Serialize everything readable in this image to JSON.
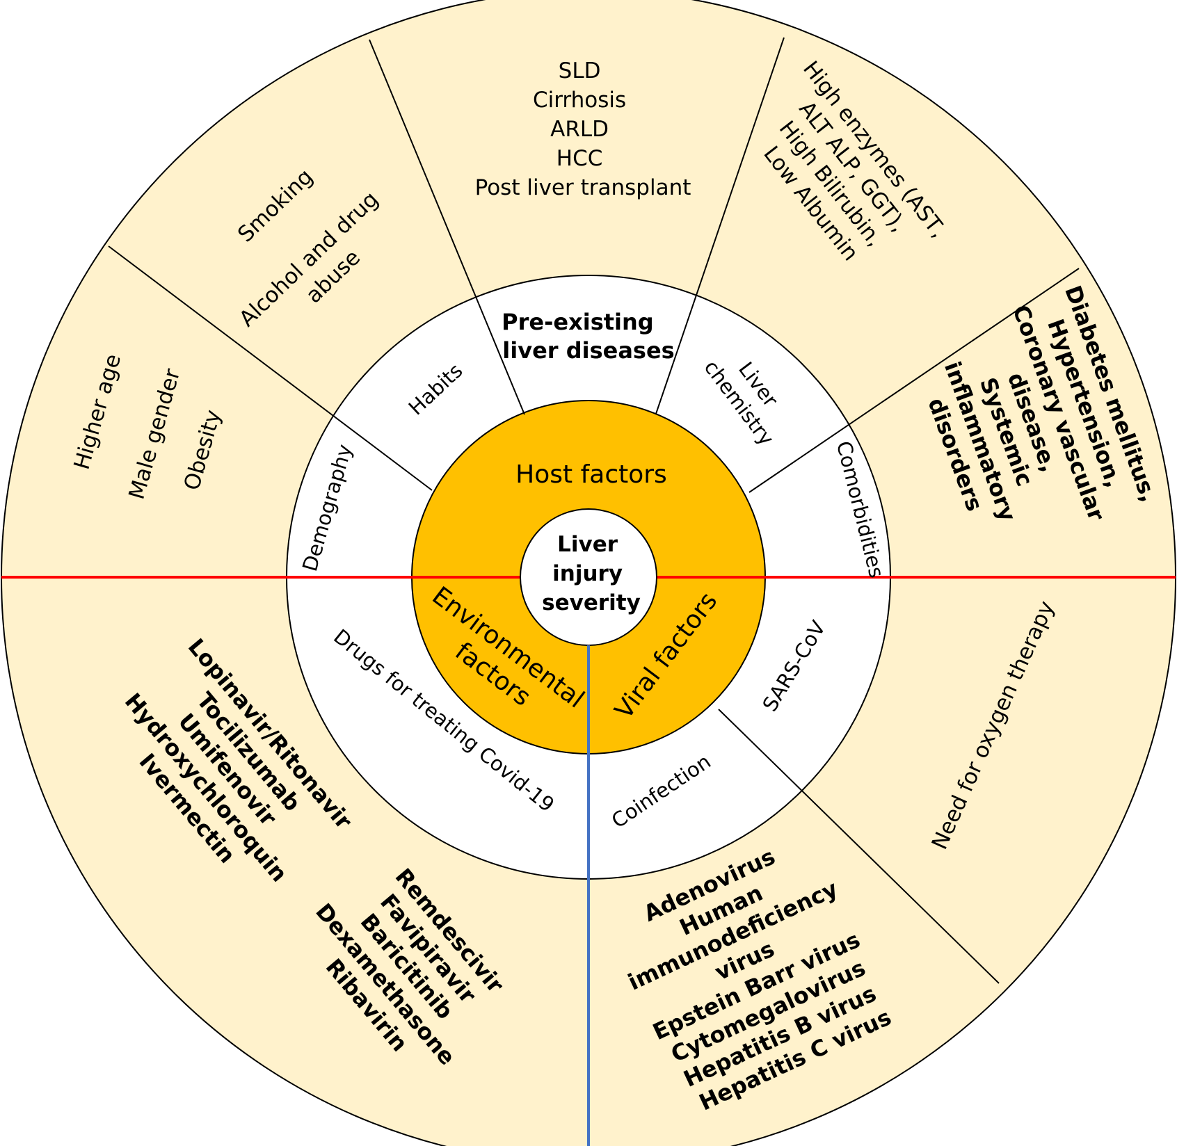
{
  "colors": {
    "outer_fill": "#FFF2CC",
    "middle_fill": "#FFFFFF",
    "core_fill": "#FFC000",
    "divider_red": "#FF0000",
    "divider_blue": "#4472C4",
    "stroke": "#000000"
  },
  "center": {
    "lines": [
      "Liver",
      "injury",
      "severity"
    ]
  },
  "core": {
    "host": "Host factors",
    "environmental": [
      "Environmental",
      "factors"
    ],
    "viral": "Viral factors"
  },
  "middle": {
    "demography": "Demography",
    "habits": "Habits",
    "preexisting": [
      "Pre-existing",
      "liver diseases"
    ],
    "liver_chemistry": [
      "Liver",
      "chemistry"
    ],
    "comorbidities": "Comorbidities",
    "sars": "SARS-CoV",
    "coinfection": "Coinfection",
    "drugs": "Drugs for treating Covid-19"
  },
  "outer": {
    "demography": [
      "Higher age",
      "Male gender",
      "Obesity"
    ],
    "habits": [
      "Smoking",
      "Alcohol and drug",
      "abuse"
    ],
    "preexisting": [
      "SLD",
      "Cirrhosis",
      "ARLD",
      "HCC",
      "Post liver transplant"
    ],
    "liver_chemistry": [
      "High enzymes (AST,",
      "ALT ALP, GGT),",
      "High Bilirubin,",
      "Low Albumin"
    ],
    "comorbidities": [
      "Diabetes mellitus,",
      "Hypertension,",
      "Coronary vascular",
      "disease,",
      "Systemic",
      "inflammatory",
      "disorders"
    ],
    "sars": [
      "Need for oxygen therapy"
    ],
    "coinfection": [
      "Adenovirus",
      "Human",
      "immunodeficiency",
      "virus",
      "Epstein Barr virus",
      "Cytomegalovirus",
      "Hepatitis B virus",
      "Hepatitis C virus"
    ],
    "drugs_group1": [
      "Lopinavir/Ritonavir",
      "Tocilizumab",
      "Umifenovir",
      "Hydroxychloroquin",
      "Ivermectin"
    ],
    "drugs_group2": [
      "Remdescivir",
      "Favipiravir",
      "Baricitinib",
      "Dexamethasone",
      "Ribavirin"
    ]
  }
}
